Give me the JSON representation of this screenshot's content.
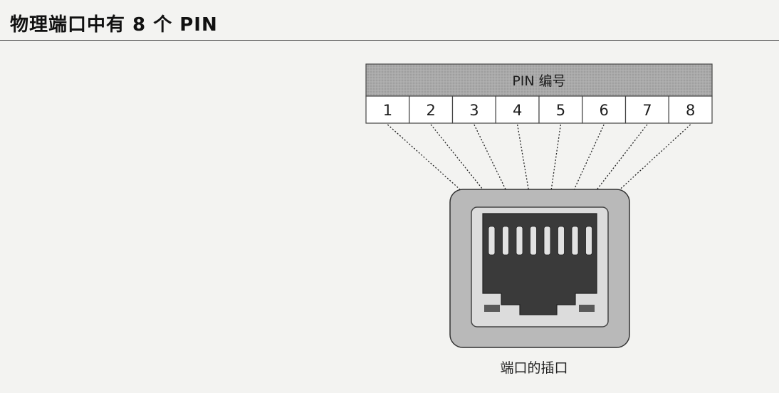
{
  "title": "物理端口中有 8 个 PIN",
  "pin_header": "PIN 编号",
  "pins": [
    "1",
    "2",
    "3",
    "4",
    "5",
    "6",
    "7",
    "8"
  ],
  "caption": "端口的插口"
}
